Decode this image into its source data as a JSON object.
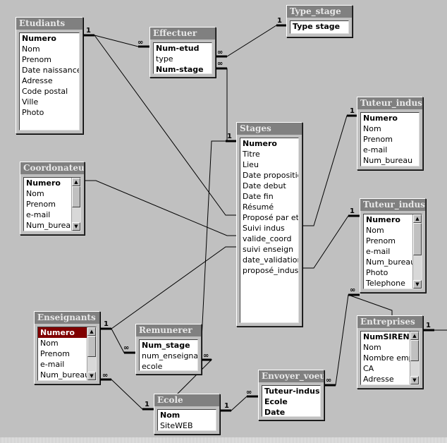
{
  "tables": [
    {
      "id": "etudiants",
      "title": "Etudiants",
      "fields": [
        {
          "t": "Numero",
          "key": true
        },
        {
          "t": "Nom"
        },
        {
          "t": "Prenom"
        },
        {
          "t": "Date naissance"
        },
        {
          "t": "Adresse"
        },
        {
          "t": "Code postal"
        },
        {
          "t": "Ville"
        },
        {
          "t": "Photo"
        }
      ]
    },
    {
      "id": "effectuer",
      "title": "Effectuer",
      "fields": [
        {
          "t": "Num-etud",
          "key": true
        },
        {
          "t": "type"
        },
        {
          "t": "Num-stage",
          "key": true
        }
      ]
    },
    {
      "id": "type-stage",
      "title": "Type_stage",
      "fields": [
        {
          "t": "Type stage",
          "key": true
        }
      ]
    },
    {
      "id": "stages",
      "title": "Stages",
      "fields": [
        {
          "t": "Numero",
          "key": true
        },
        {
          "t": "Titre"
        },
        {
          "t": "Lieu"
        },
        {
          "t": "Date proposition"
        },
        {
          "t": "Date debut"
        },
        {
          "t": "Date fin"
        },
        {
          "t": "Résumé"
        },
        {
          "t": "Proposé par etud"
        },
        {
          "t": "Suivi indus"
        },
        {
          "t": "valide_coord"
        },
        {
          "t": "suivi enseign"
        },
        {
          "t": "date_validation"
        },
        {
          "t": "proposé_indus"
        }
      ]
    },
    {
      "id": "tuteur-indus-1",
      "title": "Tuteur_indus...",
      "fields": [
        {
          "t": "Numero",
          "key": true
        },
        {
          "t": "Nom"
        },
        {
          "t": "Prenom"
        },
        {
          "t": "e-mail"
        },
        {
          "t": "Num_bureau"
        }
      ]
    },
    {
      "id": "coordonateur",
      "title": "Coordonateur",
      "fields": [
        {
          "t": "Numero",
          "key": true
        },
        {
          "t": "Nom"
        },
        {
          "t": "Prenom"
        },
        {
          "t": "e-mail"
        },
        {
          "t": "Num_bureau"
        }
      ]
    },
    {
      "id": "tuteur-indus-2",
      "title": "Tuteur_indus...",
      "fields": [
        {
          "t": "Numero",
          "key": true
        },
        {
          "t": "Nom"
        },
        {
          "t": "Prenom"
        },
        {
          "t": "e-mail"
        },
        {
          "t": "Num_bureau"
        },
        {
          "t": "Photo"
        },
        {
          "t": "Telephone"
        }
      ]
    },
    {
      "id": "enseignants",
      "title": "Enseignants",
      "fields": [
        {
          "t": "Numero",
          "key": true,
          "selected": true
        },
        {
          "t": "Nom"
        },
        {
          "t": "Prenom"
        },
        {
          "t": "e-mail"
        },
        {
          "t": "Num_bureau"
        }
      ]
    },
    {
      "id": "remunerer",
      "title": "Remunerer",
      "fields": [
        {
          "t": "Num_stage",
          "key": true
        },
        {
          "t": "num_enseignant"
        },
        {
          "t": "ecole"
        }
      ]
    },
    {
      "id": "entreprises",
      "title": "Entreprises",
      "fields": [
        {
          "t": "NumSIREN",
          "key": true
        },
        {
          "t": "Nom"
        },
        {
          "t": "Nombre employ"
        },
        {
          "t": "CA"
        },
        {
          "t": "Adresse"
        }
      ]
    },
    {
      "id": "envoyer-voeux",
      "title": "Envoyer_voeux",
      "fields": [
        {
          "t": "Tuteur-indus",
          "key": true
        },
        {
          "t": "Ecole",
          "key": true
        },
        {
          "t": "Date",
          "key": true
        }
      ]
    },
    {
      "id": "ecole",
      "title": "Ecole",
      "fields": [
        {
          "t": "Nom",
          "key": true
        },
        {
          "t": "SiteWEB"
        }
      ]
    }
  ],
  "cardinality": {
    "one": "1",
    "many": "∞"
  }
}
